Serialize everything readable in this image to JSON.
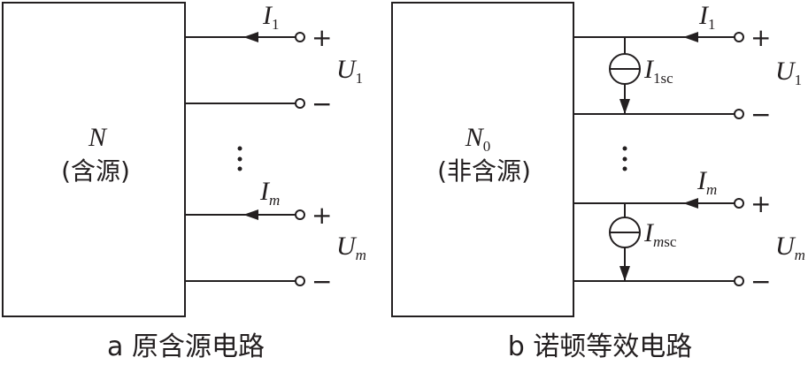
{
  "panel_a": {
    "network_symbol": "N",
    "network_note": "(含源)",
    "port1_current": {
      "main": "I",
      "sub": "1"
    },
    "port1_voltage": {
      "main": "U",
      "sub": "1"
    },
    "portm_current": {
      "main": "I",
      "sub": "m"
    },
    "portm_voltage": {
      "main": "U",
      "sub": "m"
    },
    "plus": "+",
    "minus": "−",
    "ellipsis": "⋮",
    "caption": "a 原含源电路"
  },
  "panel_b": {
    "network_symbol": "N",
    "network_sub": "0",
    "network_note": "(非含源)",
    "port1_current": {
      "main": "I",
      "sub": "1"
    },
    "port1_voltage": {
      "main": "U",
      "sub": "1"
    },
    "port1_source": {
      "main": "I",
      "sub_a": "1",
      "sub_b": "sc"
    },
    "portm_current": {
      "main": "I",
      "sub": "m"
    },
    "portm_voltage": {
      "main": "U",
      "sub": "m"
    },
    "portm_source": {
      "main": "I",
      "sub_a": "m",
      "sub_b": "sc"
    },
    "plus": "+",
    "minus": "−",
    "caption": "b 诺顿等效电路"
  }
}
